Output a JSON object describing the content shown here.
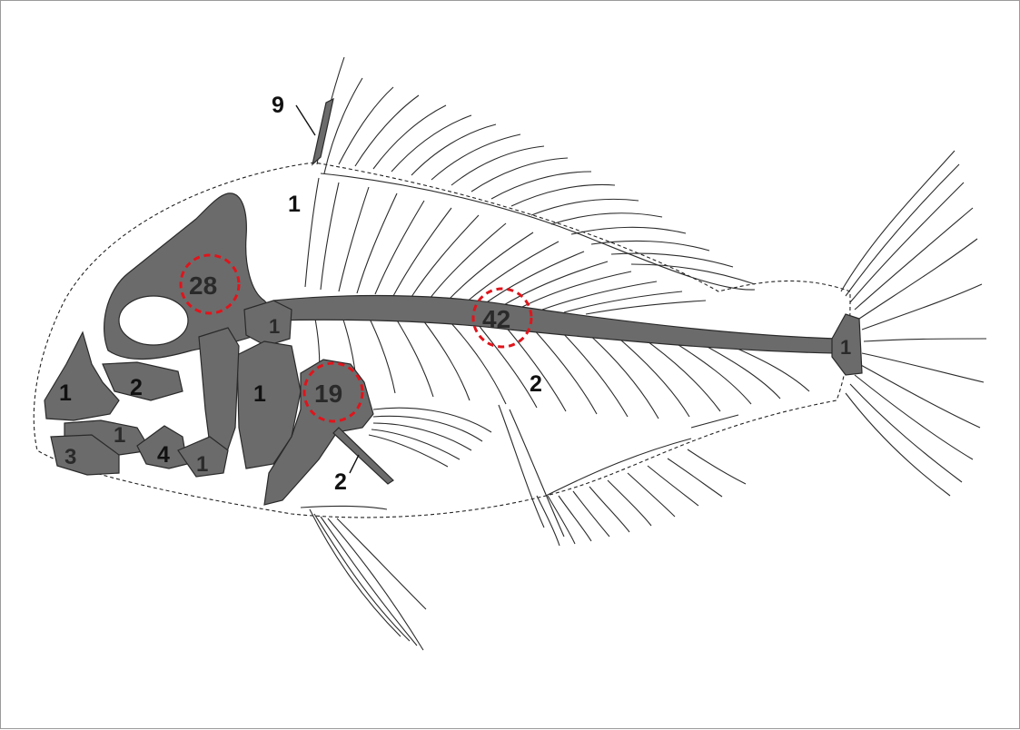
{
  "colors": {
    "bone": "#6b6b6b",
    "highlight": "#e0141b",
    "line": "#222222"
  },
  "labels": {
    "dorsal_spine": "9",
    "dorsal_region": "1",
    "skull_orbit": "28",
    "cleithrum_joint": "1",
    "vertebral_column": "42",
    "ventral_region": "2",
    "caudal_plate": "1",
    "premaxilla": "1",
    "suborbital": "2",
    "operculum": "1",
    "pectoral_girdle": "19",
    "pelvic_spine": "2",
    "dentary_upper": "1",
    "dentary_lower": "3",
    "angular": "4",
    "interopercle": "1"
  }
}
